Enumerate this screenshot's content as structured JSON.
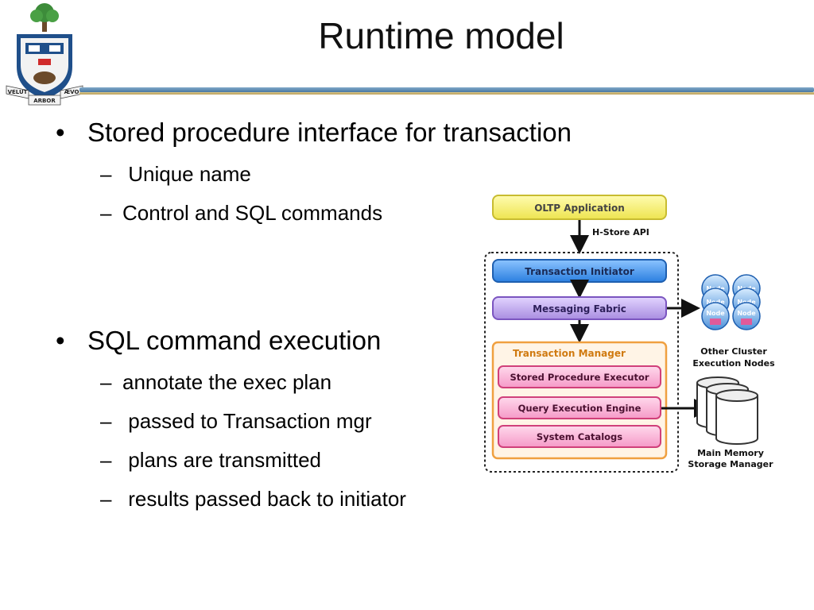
{
  "slide": {
    "title": "Runtime model",
    "crest": {
      "motto_left": "VELUT",
      "motto_right": "ÆVO",
      "motto_bottom": "ARBOR"
    }
  },
  "bullets": [
    {
      "text": "Stored procedure interface for transaction",
      "subs": [
        "Unique name",
        "Control and SQL commands"
      ]
    },
    {
      "text": "SQL command execution",
      "subs": [
        "annotate the exec plan",
        "passed to Transaction mgr",
        "plans are transmitted",
        "results passed back to initiator"
      ]
    }
  ],
  "diagram": {
    "oltp_app": "OLTP Application",
    "hstore_api": "H-Store API",
    "transaction_initiator": "Transaction Initiator",
    "messaging_fabric": "Messaging Fabric",
    "transaction_manager": "Transaction Manager",
    "stored_procedure_executor": "Stored Procedure Executor",
    "query_execution_engine": "Query Execution Engine",
    "system_catalogs": "System Catalogs",
    "node_label": "Node",
    "other_cluster_1": "Other Cluster",
    "other_cluster_2": "Execution Nodes",
    "main_memory_1": "Main Memory",
    "main_memory_2": "Storage Manager"
  },
  "colors": {
    "oltp": "#f7f07a",
    "initiator": "#3a8ee6",
    "messaging": "#b89be6",
    "manager_border": "#f0a040",
    "pink": "#f7b8d8",
    "pink_border": "#d0407a",
    "node": "#4a8fd8"
  }
}
